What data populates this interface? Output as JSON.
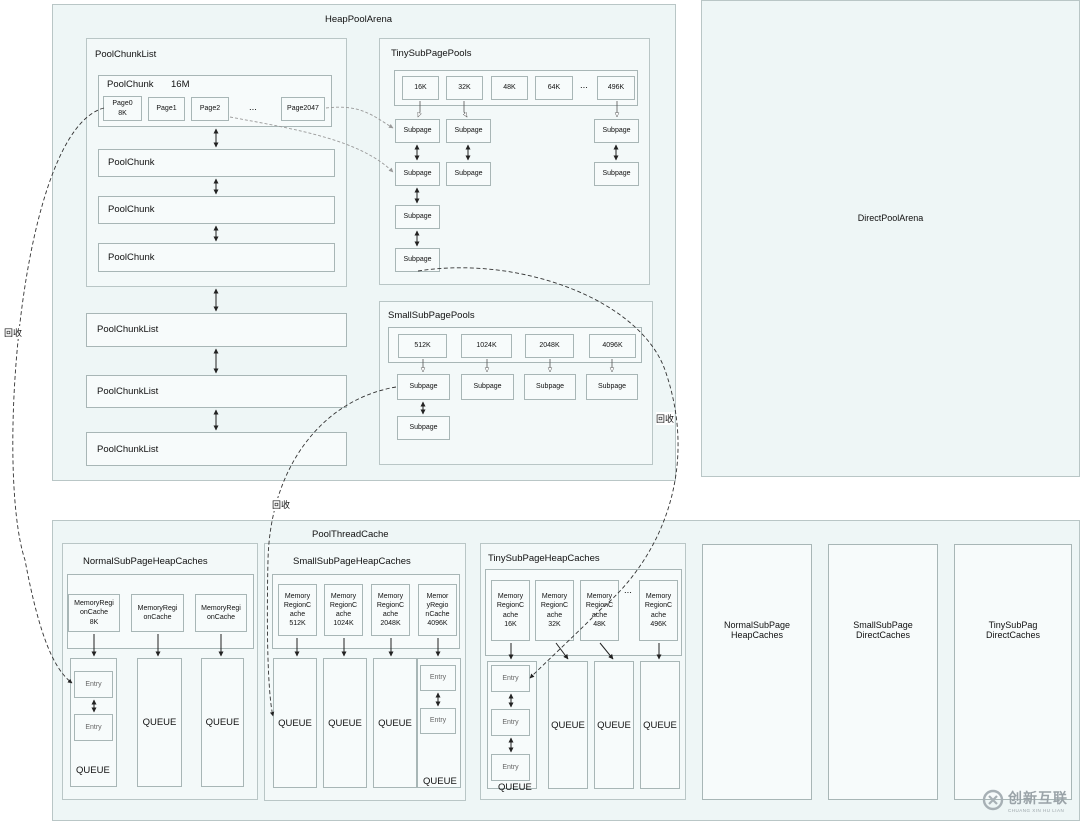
{
  "heap_arena": {
    "title": "HeapPoolArena",
    "chunk_list_title": "PoolChunkList",
    "chunk_title": "PoolChunk",
    "chunk_size": "16M",
    "pages": [
      "Page0\n8K",
      "Page1",
      "Page2",
      "Page2047"
    ],
    "page_ellipsis": "...",
    "chunks": [
      "PoolChunk",
      "PoolChunk",
      "PoolChunk"
    ],
    "chunk_lists": [
      "PoolChunkList",
      "PoolChunkList",
      "PoolChunkList"
    ],
    "tiny_pools": {
      "title": "TinySubPagePools",
      "sizes": [
        "16K",
        "32K",
        "48K",
        "64K",
        "496K"
      ],
      "ellipsis": "...",
      "subpage": "Subpage"
    },
    "small_pools": {
      "title": "SmallSubPagePools",
      "sizes": [
        "512K",
        "1024K",
        "2048K",
        "4096K"
      ],
      "subpage": "Subpage"
    }
  },
  "direct_arena": {
    "title": "DirectPoolArena"
  },
  "thread_cache": {
    "title": "PoolThreadCache",
    "normal": {
      "title": "NormalSubPageHeapCaches",
      "caches": [
        "MemoryRegi\nonCache\n8K",
        "MemoryRegi\nonCache",
        "MemoryRegi\nonCache"
      ]
    },
    "small": {
      "title": "SmallSubPageHeapCaches",
      "caches": [
        "Memory\nRegionC\nache\n512K",
        "Memory\nRegionC\nache\n1024K",
        "Memory\nRegionC\nache\n2048K",
        "Memor\nyRegio\nnCache\n4096K"
      ]
    },
    "tiny": {
      "title": "TinySubPageHeapCaches",
      "caches": [
        "Memory\nRegionC\nache\n16K",
        "Memory\nRegionC\nache\n32K",
        "Memory\nRegionC\nache\n48K",
        "Memory\nRegionC\nache\n496K"
      ],
      "ellipsis": "..."
    },
    "entry": "Entry",
    "queue": "QUEUE",
    "direct_caches": [
      "NormalSubPage\nHeapCaches",
      "SmallSubPage\nDirectCaches",
      "TinySubPag\nDirectCaches"
    ]
  },
  "recycle_label": "回收",
  "watermark": "创新互联",
  "watermark_sub": "CHUANG XIN HU LIAN"
}
